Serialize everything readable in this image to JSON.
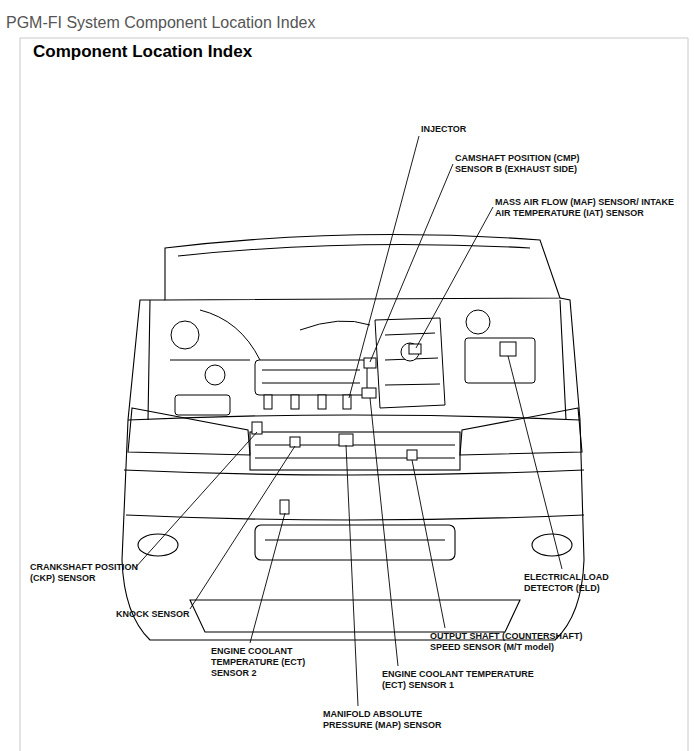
{
  "diagram": {
    "title": "Component Location Index",
    "labels": [
      "PGM-FI System Component Location Index",
      "INJECTOR",
      "CAMSHAFT POSITION (CMP) SENSOR B (EXHAUST SIDE)",
      "MASS AIR FLOW (MAF) SENSOR/ INTAKE AIR TEMPERATURE (IAT) SENSOR",
      "CRANKSHAFT POSITION (CKP) SENSOR",
      "KNOCK SENSOR",
      "ENGINE COOLANT TEMPERATURE (ECT) SENSOR 2",
      "MANIFOLD ABSOLUTE PRESSURE (MAP) SENSOR",
      "ENGINE COOLANT TEMPERATURE (ECT) SENSOR 1",
      "OUTPUT SHAFT (COUNTERSHAFT) SPEED SENSOR (M/T model)",
      "ELECTRICAL LOAD DETECTOR (ELD)"
    ]
  }
}
